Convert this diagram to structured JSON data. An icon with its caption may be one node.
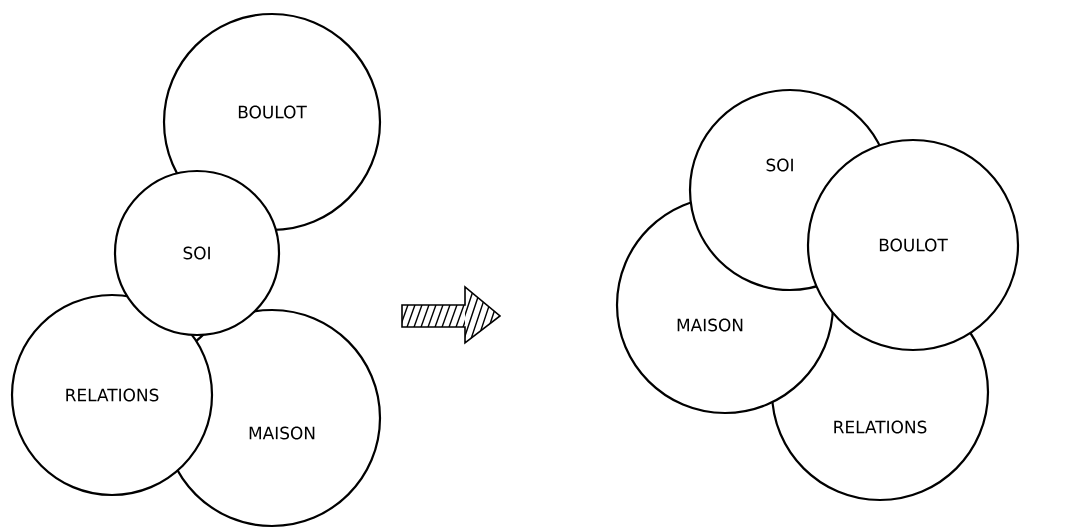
{
  "diagram": {
    "nodes": [
      {
        "text": [
          "BOULOT"
        ]
      },
      {
        "text": [
          "SOI"
        ]
      },
      {
        "text": [
          "RELATIONS"
        ]
      },
      {
        "text": [
          "MAISON"
        ]
      },
      {
        "text": [
          "SOI"
        ]
      },
      {
        "text": [
          "MAISON"
        ]
      },
      {
        "text": [
          "BOULOT"
        ]
      },
      {
        "text": [
          "RELATIONS"
        ]
      }
    ]
  }
}
